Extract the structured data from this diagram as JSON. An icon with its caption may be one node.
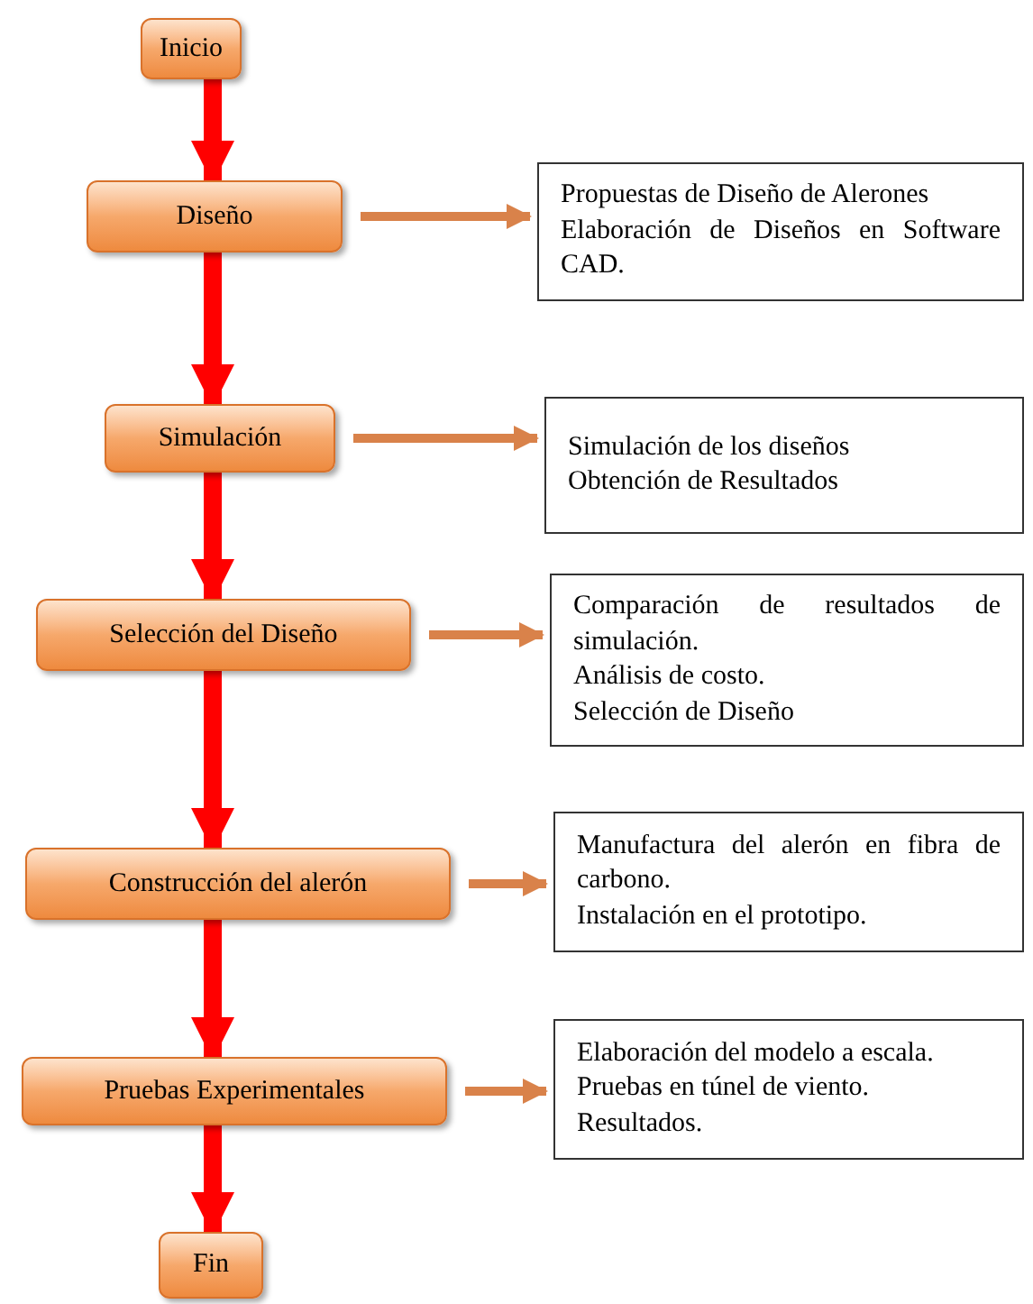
{
  "diagram": {
    "nodes": [
      {
        "text": [
          "Inicio"
        ]
      },
      {
        "text": [
          "Diseño"
        ]
      },
      {
        "text": [
          "Propuestas de Diseño de Alerones",
          "Elaboración de Diseños en Software CAD."
        ]
      },
      {
        "text": [
          "Simulación"
        ]
      },
      {
        "text": [
          "Simulación de los diseños",
          "Obtención de Resultados"
        ]
      },
      {
        "text": [
          "Selección del Diseño"
        ]
      },
      {
        "text": [
          "Comparación de resultados de simulación.",
          "Análisis de costo.",
          "Selección de Diseño"
        ]
      },
      {
        "text": [
          "Construcción del alerón"
        ]
      },
      {
        "text": [
          "Manufactura del alerón en fibra de carbono.",
          "Instalación en el prototipo."
        ]
      },
      {
        "text": [
          "Pruebas Experimentales"
        ]
      },
      {
        "text": [
          "Elaboración del modelo a escala.",
          "Pruebas en túnel de viento.",
          "Resultados."
        ]
      },
      {
        "text": [
          "Fin"
        ]
      }
    ],
    "edges": [
      {
        "from": 0,
        "to": 1,
        "arrow": "to"
      },
      {
        "from": 1,
        "to": 3,
        "arrow": "to"
      },
      {
        "from": 3,
        "to": 5,
        "arrow": "to"
      },
      {
        "from": 5,
        "to": 7,
        "arrow": "to"
      },
      {
        "from": 7,
        "to": 9,
        "arrow": "to"
      },
      {
        "from": 9,
        "to": 11,
        "arrow": "to"
      },
      {
        "from": 1,
        "to": 2,
        "arrow": "to",
        "color": "#d9824a"
      },
      {
        "from": 3,
        "to": 4,
        "arrow": "to",
        "color": "#d9824a"
      },
      {
        "from": 5,
        "to": 6,
        "arrow": "to",
        "color": "#d9824a"
      },
      {
        "from": 7,
        "to": 8,
        "arrow": "to",
        "color": "#d9824a"
      },
      {
        "from": 9,
        "to": 10,
        "arrow": "to",
        "color": "#d9824a"
      }
    ]
  }
}
